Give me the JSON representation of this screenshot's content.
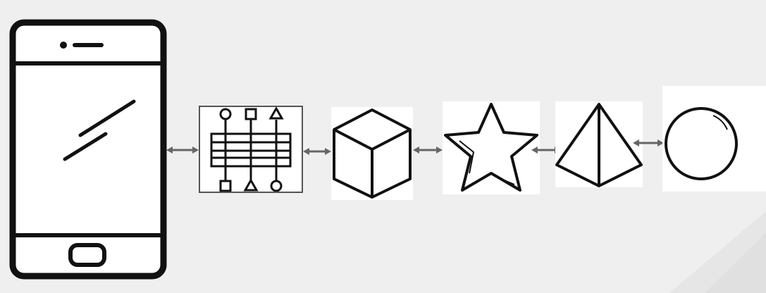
{
  "diagram": {
    "nodes": [
      {
        "id": "phone",
        "icon": "smartphone-icon"
      },
      {
        "id": "hub",
        "icon": "circuit-board-icon"
      },
      {
        "id": "cube",
        "icon": "cube-icon"
      },
      {
        "id": "star",
        "icon": "star-icon"
      },
      {
        "id": "pyramid",
        "icon": "pyramid-icon"
      },
      {
        "id": "sphere",
        "icon": "sphere-icon"
      }
    ],
    "links": [
      {
        "from": "phone",
        "to": "hub",
        "style": "bidirectional"
      },
      {
        "from": "hub",
        "to": "cube",
        "style": "bidirectional"
      },
      {
        "from": "cube",
        "to": "star",
        "style": "bidirectional"
      },
      {
        "from": "star",
        "to": "pyramid",
        "style": "bidirectional"
      },
      {
        "from": "pyramid",
        "to": "sphere",
        "style": "bidirectional"
      }
    ],
    "colors": {
      "background": "#efefef",
      "background_shade": "#e4e4e4",
      "stroke": "#111111",
      "arrow": "#666666",
      "hub_border": "#555555",
      "node_fill": "#ffffff"
    }
  }
}
